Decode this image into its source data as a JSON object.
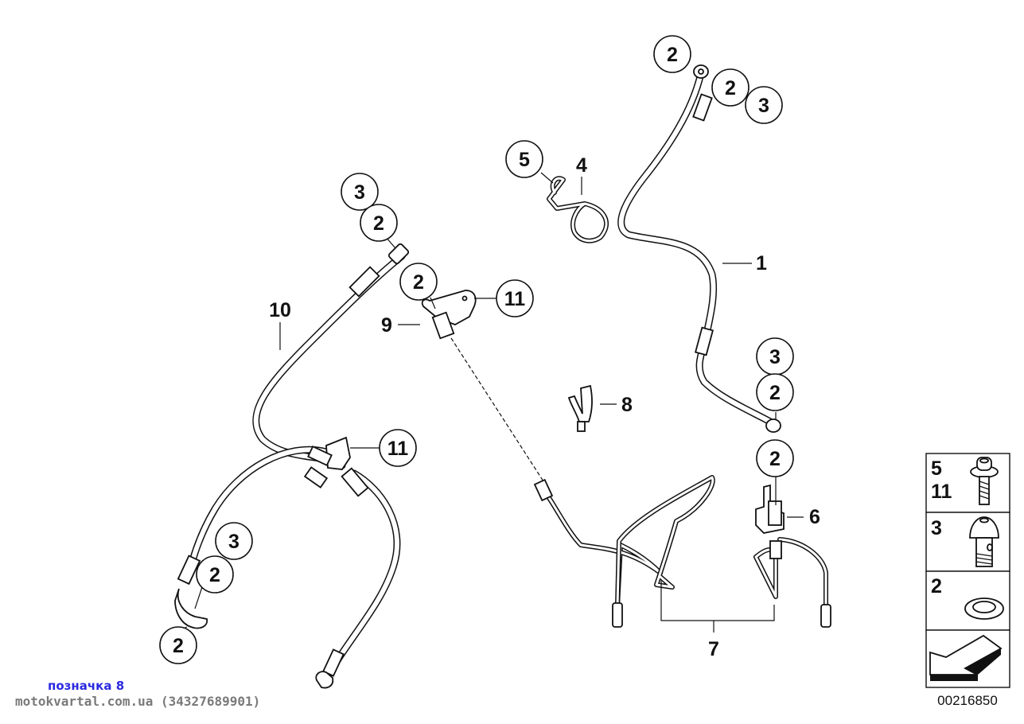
{
  "diagram": {
    "diagram_id": "00216850",
    "colors": {
      "lines": "#111111",
      "background": "#ffffff",
      "watermark_label": "#2a2ae0",
      "watermark_site": "#7a7a7a"
    }
  },
  "callouts": {
    "top_right": [
      "2",
      "2",
      "3"
    ],
    "part1_lower": [
      "3",
      "2",
      "2"
    ],
    "part10_upper": [
      "3",
      "2"
    ],
    "part9_washer": "2",
    "part9_bolt": "11",
    "part5": "5",
    "junction_bolt": "11",
    "lower_left": [
      "3",
      "2",
      "2"
    ]
  },
  "labels": {
    "part1": "1",
    "part4": "4",
    "part6": "6",
    "part7": "7",
    "part8": "8",
    "part9": "9",
    "part10": "10"
  },
  "legend": {
    "rows": [
      {
        "numbers": [
          "5",
          "11"
        ],
        "icon": "flange-bolt-icon"
      },
      {
        "numbers": [
          "3"
        ],
        "icon": "banjo-bolt-icon"
      },
      {
        "numbers": [
          "2"
        ],
        "icon": "sealing-washer-icon"
      },
      {
        "numbers": [],
        "icon": "direction-arrow-icon"
      }
    ]
  },
  "watermark": {
    "label": "позначка 8",
    "site": "motokvartal.com.ua (34327689901)"
  }
}
